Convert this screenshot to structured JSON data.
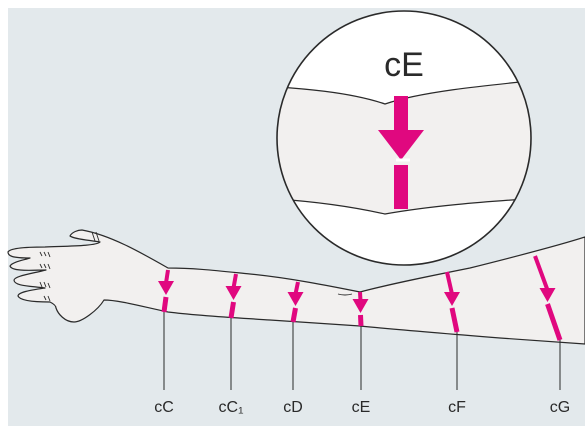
{
  "colors": {
    "background": "#e3e9ec",
    "skin": "#f2f0ef",
    "outline": "#2a2a2a",
    "accent": "#e0087f"
  },
  "zoom": {
    "label": "cE"
  },
  "measurements": [
    {
      "id": "cC",
      "label": "cC"
    },
    {
      "id": "cC1",
      "label": "cC₁"
    },
    {
      "id": "cD",
      "label": "cD"
    },
    {
      "id": "cE",
      "label": "cE"
    },
    {
      "id": "cF",
      "label": "cF"
    },
    {
      "id": "cG",
      "label": "cG"
    }
  ],
  "icons": {
    "zoom": "magnifier-circle",
    "marker": "arrow-down"
  }
}
